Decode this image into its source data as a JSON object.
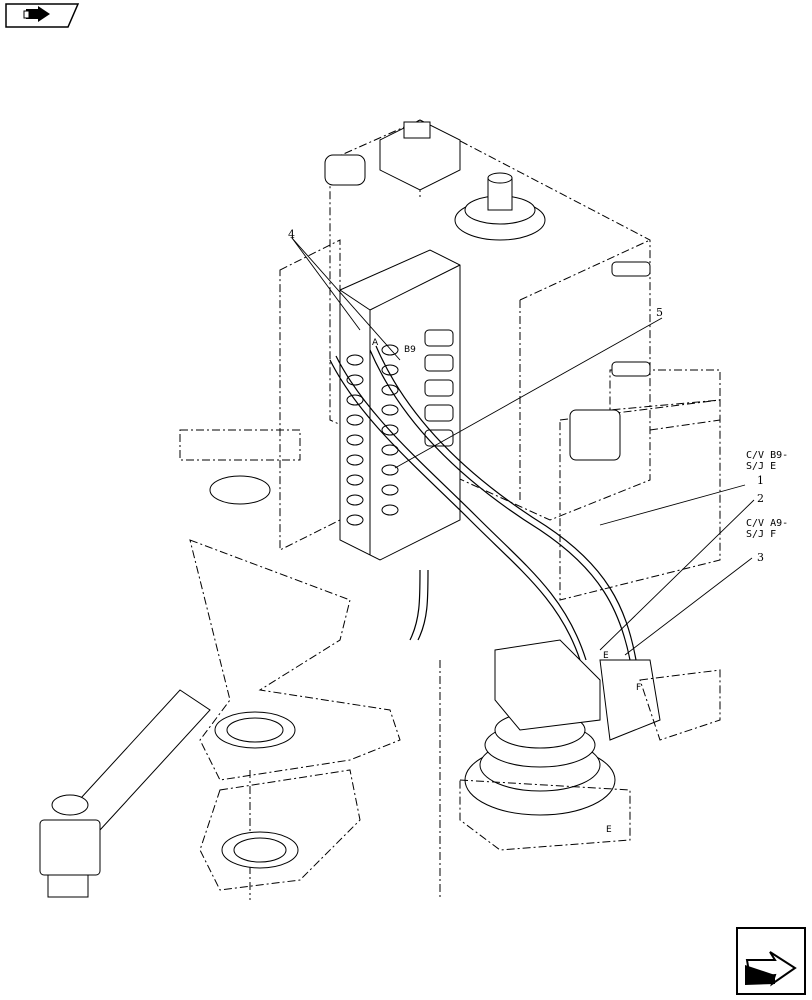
{
  "nav": {
    "prev_icon": "back-arrow-icon",
    "next_icon": "forward-arrow-icon"
  },
  "callouts": {
    "c1": "1",
    "c2": "2",
    "c3": "3",
    "c4": "4",
    "c5": "5"
  },
  "refs": {
    "b9_line1": "C/V B9-",
    "b9_line2": "S/J E",
    "a9_line1": "C/V A9-",
    "a9_line2": "S/J F",
    "port_b9": "B9",
    "port_a": "A",
    "mark_e": "E",
    "mark_f": "F"
  }
}
